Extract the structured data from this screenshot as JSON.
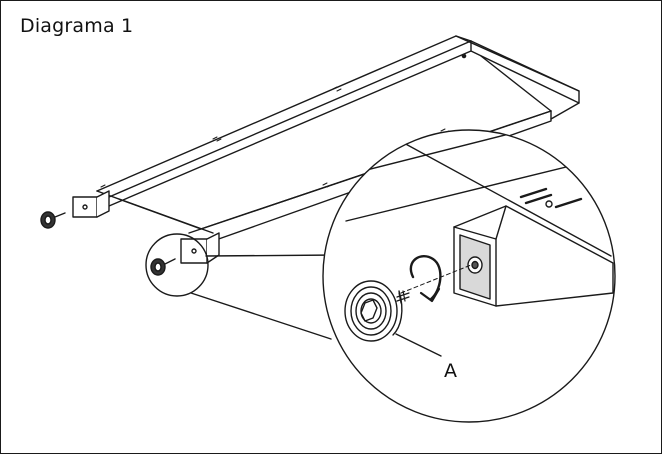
{
  "diagram": {
    "title": "Diagrama 1",
    "callouts": [
      {
        "id": "A",
        "label": "A"
      }
    ]
  },
  "colors": {
    "line": "#1a1a1a",
    "shade": "#bdbdbd",
    "background": "#ffffff"
  }
}
